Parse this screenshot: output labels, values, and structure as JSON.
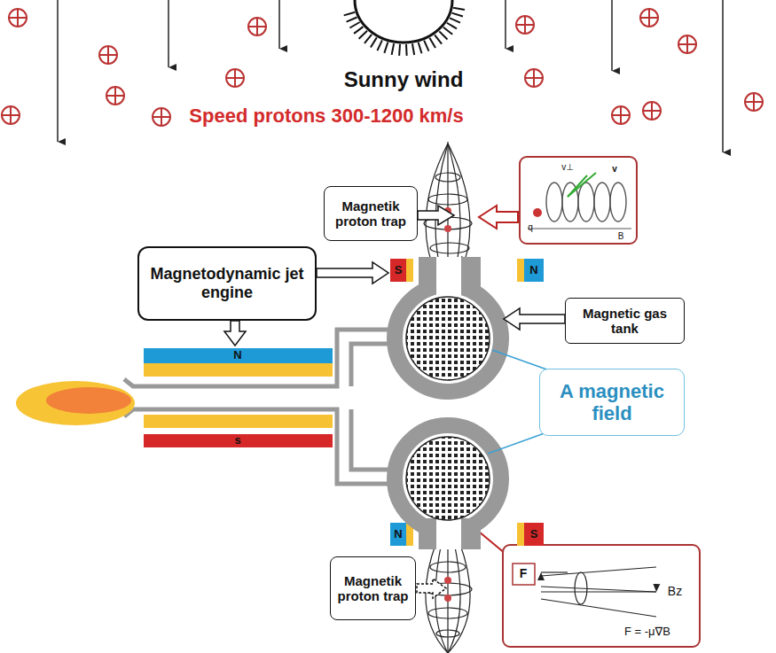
{
  "diagram": {
    "nodes": [
      {
        "text": [
          "Magnetik proton trap"
        ]
      },
      {
        "text": [
          "Magnetodynamic jet engine"
        ]
      },
      {
        "text": [
          "Magnetic gas tank"
        ]
      },
      {
        "text": [
          "A magnetic field"
        ]
      },
      {
        "text": [
          "Magnetik proton trap"
        ]
      }
    ],
    "labels": [
      "Sunny wind",
      "Speed protons 300-1200 km/s",
      "S",
      "N",
      "N",
      "s",
      "N",
      "S",
      "v⊥",
      "v",
      "q",
      "B",
      "F",
      "Bz",
      "F = -μ∇B"
    ]
  }
}
